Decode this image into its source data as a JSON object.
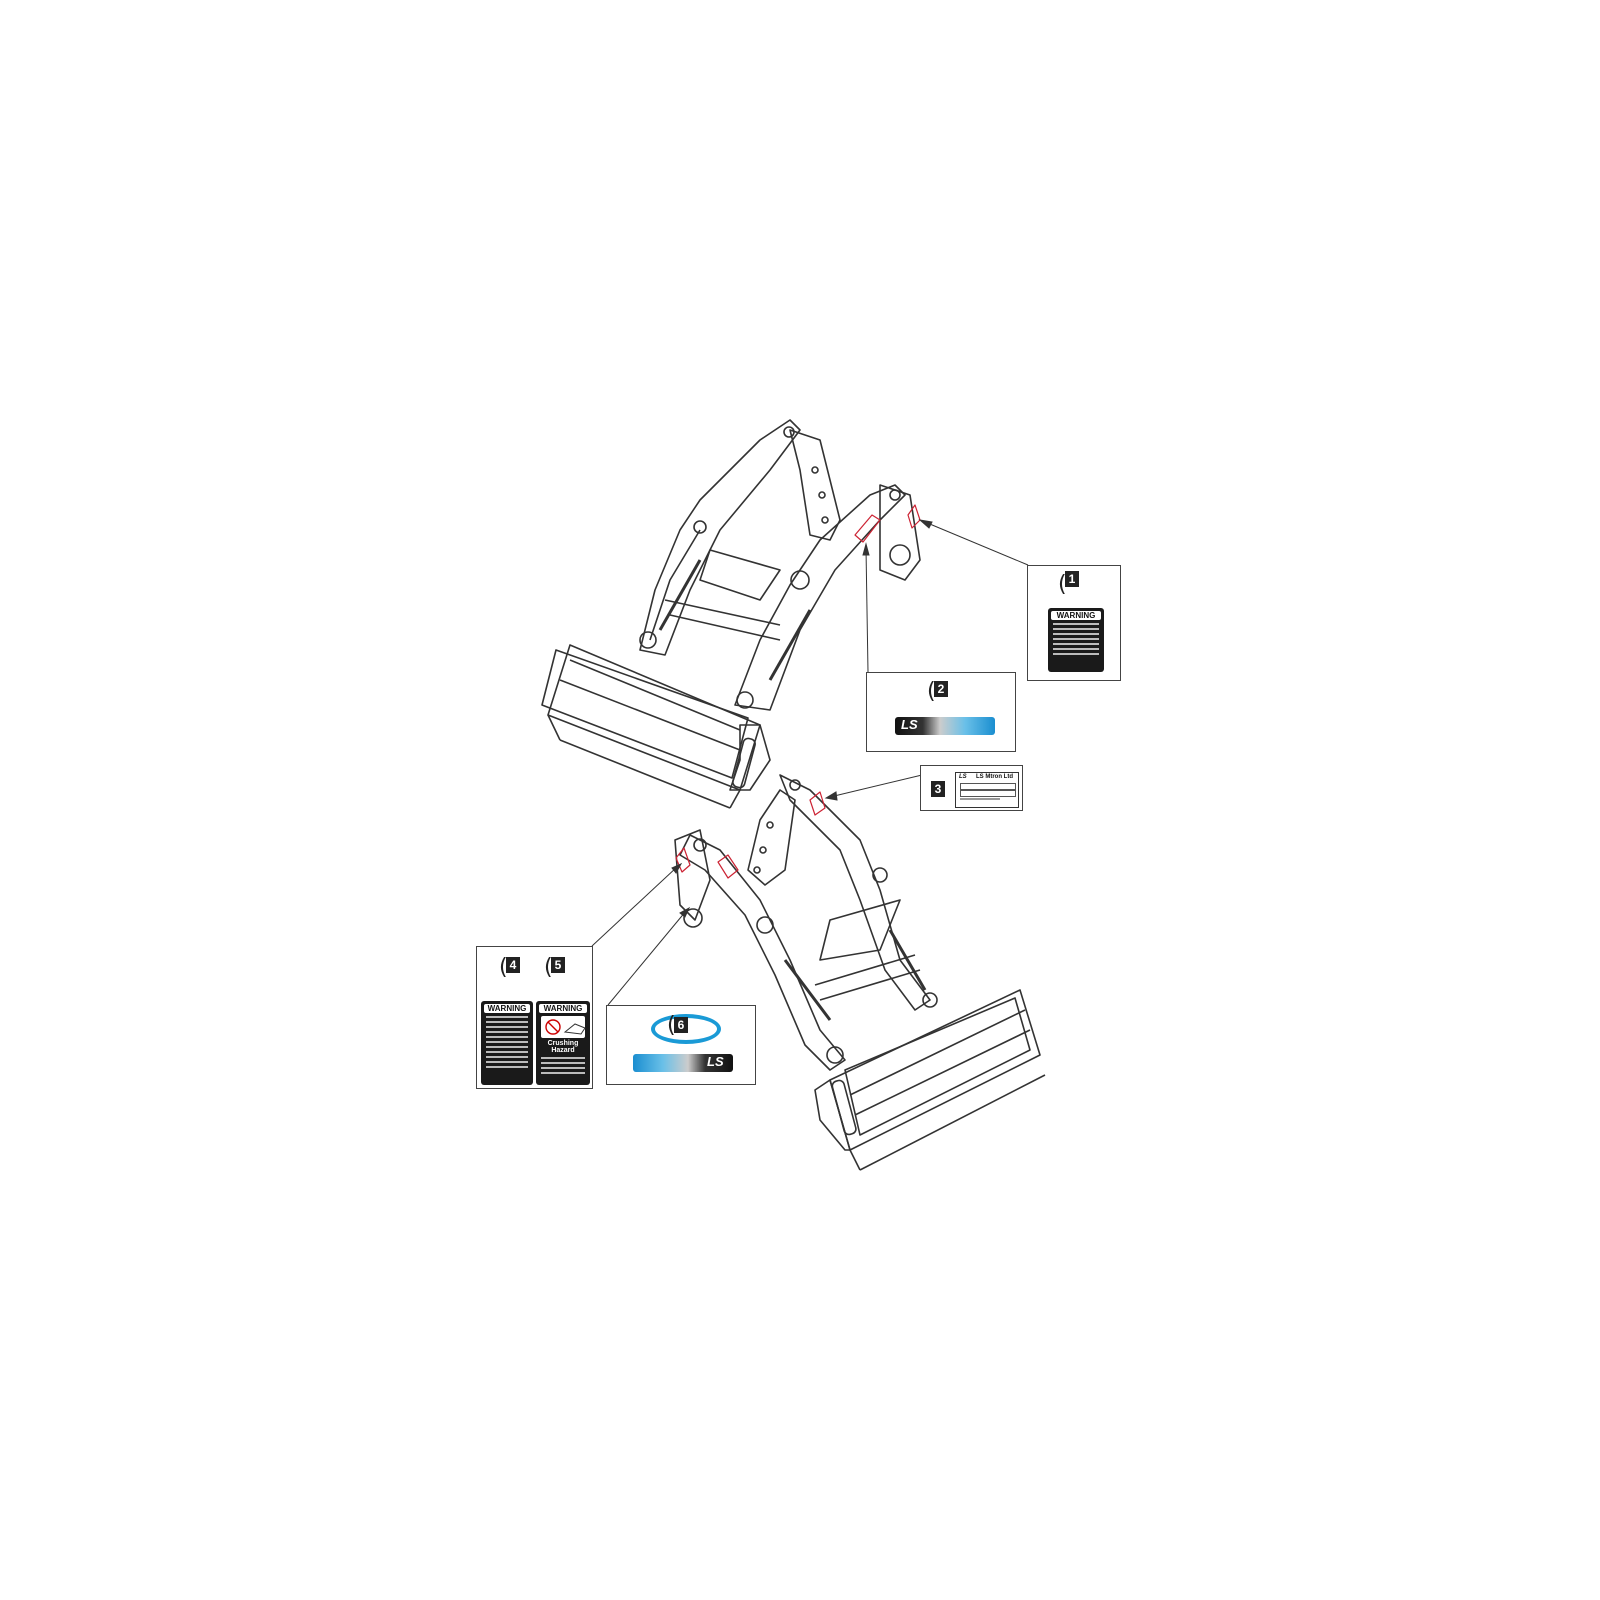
{
  "callouts": [
    {
      "number": "1",
      "label_header": "WARNING"
    },
    {
      "number": "2",
      "logo_left": "LS",
      "logo_right": ""
    },
    {
      "number": "3",
      "plate_brand": "LS Mtron Ltd",
      "plate_logo": "LS"
    },
    {
      "number": "4",
      "label_header": "WARNING"
    },
    {
      "number": "5",
      "label_header": "WARNING",
      "label_title": "Crushing Hazard"
    },
    {
      "number": "6",
      "logo_right": "LS"
    }
  ],
  "highlight_color": "#1a9ad6"
}
